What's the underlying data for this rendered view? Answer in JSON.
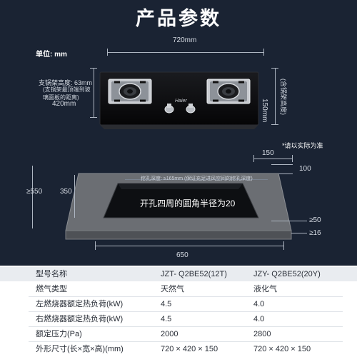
{
  "title": "产品参数",
  "unit": "单位: mm",
  "top_view": {
    "width": "720mm",
    "depth": "420mm",
    "depth_with_support": "150mm",
    "depth_with_support_note": "(含锅架高度)",
    "support_height_label": "支锅架高度: 63mm",
    "support_height_note": "(支锅架最顶端到玻璃面板的距离)",
    "brand": "Haier"
  },
  "note": "*请以实际为准",
  "cutout": {
    "front_margin": "150",
    "right_margin": "100",
    "outer_depth": "≥550",
    "cutout_depth": "350",
    "depth_requirement": "挖孔深度: ≥165mm (保证充足进风空间的挖孔深度)",
    "corner_note": "开孔四周的圆角半径为20",
    "side_gap": "≥50",
    "thickness": "≥16",
    "cutout_width": "650"
  },
  "spec_table": {
    "headers": [
      "型号名称",
      "JZT- Q2BE52(12T)",
      "JZY- Q2BE52(20Y)"
    ],
    "rows": [
      [
        "燃气类型",
        "天然气",
        "液化气"
      ],
      [
        "左燃烧器额定热负荷(kW)",
        "4.5",
        "4.0"
      ],
      [
        "右燃烧器额定热负荷(kW)",
        "4.5",
        "4.0"
      ],
      [
        "额定压力(Pa)",
        "2000",
        "2800"
      ],
      [
        "外形尺寸(长×宽×高)(mm)",
        "720 × 420 × 150",
        "720 × 420 × 150"
      ]
    ]
  },
  "colors": {
    "background": "#1a2333",
    "countertop": "#6b6e73",
    "cooktop_glass": "#0b0c0e"
  }
}
